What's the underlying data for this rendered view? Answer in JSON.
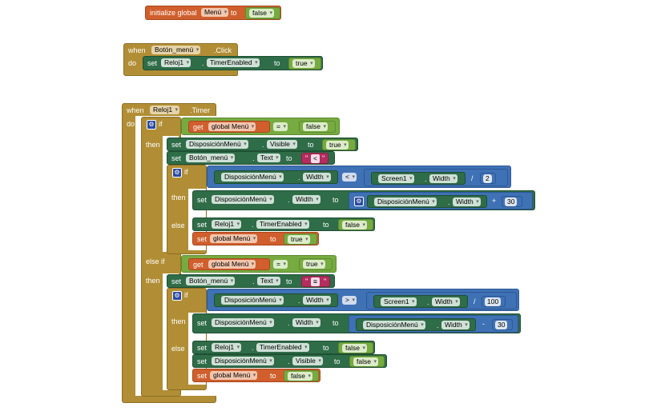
{
  "init": {
    "kw": "initialize global",
    "name": "Menú",
    "to": "to",
    "value": "false"
  },
  "click_event": {
    "when": "when",
    "component": "Botón_menú",
    "event": ".Click",
    "do": "do",
    "set": "set",
    "target": "Reloj1",
    "dot": ".",
    "prop": "TimerEnabled",
    "to": "to",
    "value": "true"
  },
  "timer_event": {
    "when": "when",
    "component": "Reloj1",
    "event": ".Timer",
    "do": "do"
  },
  "kw": {
    "if": "if",
    "then": "then",
    "else": "else",
    "elseif": "else if",
    "set": "set",
    "get": "get",
    "to": "to",
    "dot": ".",
    "eq": "=",
    "lt": "<",
    "gt": ">",
    "div": "/",
    "plus": "+",
    "minus": "-",
    "quote": "\""
  },
  "comp": {
    "disp": "DisposiciónMenú",
    "btn": "Botón_menú",
    "reloj": "Reloj1",
    "screen": "Screen1",
    "visible": "Visible",
    "text": "Text",
    "width": "Width",
    "timer": "TimerEnabled",
    "global_menu": "global Menú"
  },
  "vals": {
    "false": "false",
    "true": "true",
    "lt_text": "<",
    "menu_icon": "≡",
    "two": "2",
    "thirty": "30",
    "hundred": "100"
  }
}
